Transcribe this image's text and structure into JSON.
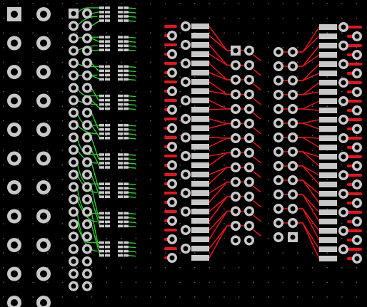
{
  "board": {
    "background": "#000000",
    "colors": {
      "pad": "#c8c8c8",
      "hole": "#000000",
      "grid_dot": "#5a5a5a",
      "trace_top": "#e8141b",
      "trace_bottom": "#2ecc2e"
    }
  },
  "components": [
    {
      "id": "header_2x11_left",
      "kind": "through-hole header",
      "rows": 11,
      "cols": 2,
      "first_pin": "square"
    },
    {
      "id": "header_2x23_mid",
      "kind": "through-hole header",
      "rows": 23,
      "cols": 2,
      "first_pin": "square"
    },
    {
      "id": "dip_left",
      "kind": "DIP",
      "rows": 14,
      "cols": 2,
      "first_pin": "square"
    },
    {
      "id": "dip_right",
      "kind": "DIP",
      "rows": 14,
      "cols": 2,
      "first_pin": "square"
    },
    {
      "id": "connector_left",
      "kind": "SMD connector with test pads",
      "pins": 26
    },
    {
      "id": "connector_right",
      "kind": "SMD connector with test pads",
      "pins": 26
    },
    {
      "id": "smd_array_green",
      "kind": "SMD pad array",
      "groups": 9
    }
  ]
}
